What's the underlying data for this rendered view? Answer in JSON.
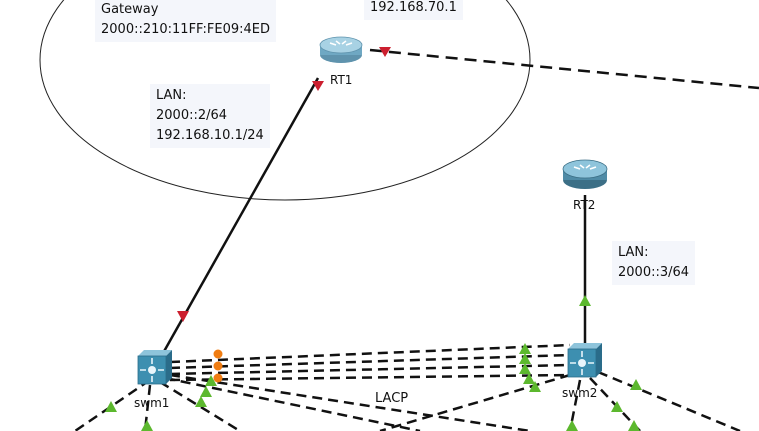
{
  "annotations": {
    "gateway": {
      "line1": "Gateway",
      "line2": "2000::210:11FF:FE09:4ED"
    },
    "rt1_top_ip": "192.168.70.1",
    "rt1_lan": {
      "line1": "LAN:",
      "line2": "2000::2/64",
      "line3": "192.168.10.1/24"
    },
    "rt2_lan": {
      "line1": "LAN:",
      "line2": "2000::3/64"
    },
    "lacp": "LACP"
  },
  "devices": {
    "rt1": {
      "label": "RT1",
      "type": "router"
    },
    "rt2": {
      "label": "RT2",
      "type": "router"
    },
    "swm1": {
      "label": "swm1",
      "type": "multilayer-switch"
    },
    "swm2": {
      "label": "swm2",
      "type": "multilayer-switch"
    }
  },
  "colors": {
    "link_down": "#cc1f2f",
    "link_up": "#5cb82e",
    "link_blocked": "#f07d12",
    "router_body": "#6fa8c3",
    "switch_body": "#3d8fb0"
  }
}
